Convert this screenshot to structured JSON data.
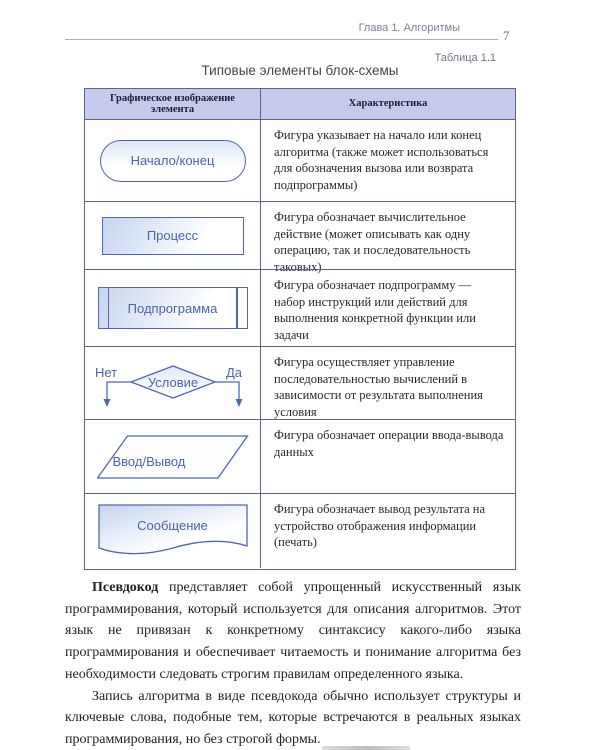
{
  "header": {
    "chapter": "Глава 1. Алгоритмы",
    "page_number": "7",
    "table_caption": "Таблица 1.1"
  },
  "table": {
    "title": "Типовые элементы блок-схемы",
    "columns": [
      "Графическое изображение элемента",
      "Характеристика"
    ],
    "rows": [
      {
        "shape": "terminator",
        "label": "Начало/конец",
        "description": "Фигура указывает на начало или конец алгоритма (также может использоваться для обозначения вызова или возврата подпрограммы)"
      },
      {
        "shape": "process",
        "label": "Процесс",
        "description": "Фигура обозначает вычислительное действие (может описывать как одну операцию, так и последовательность таковых)"
      },
      {
        "shape": "subroutine",
        "label": "Подпрограмма",
        "description": "Фигура обозначает подпрограмму — набор инструкций или действий для выполнения конкретной функции или задачи"
      },
      {
        "shape": "decision",
        "label": "Условие",
        "branch_no": "Нет",
        "branch_yes": "Да",
        "description": "Фигура осуществляет управление последовательностью вычислений в зависимости от результата выполнения условия"
      },
      {
        "shape": "input-output",
        "label": "Ввод/Вывод",
        "description": "Фигура обозначает операции ввода-вывода данных"
      },
      {
        "shape": "display",
        "label": "Сообщение",
        "description": "Фигура обозначает вывод результата на устройство отображения информации (печать)"
      }
    ]
  },
  "paragraphs": [
    {
      "lead": "Псевдокод",
      "text": " представляет собой упрощенный искусственный язык программирования, который используется для описания алгоритмов. Этот язык не привязан к конкретному синтаксису какого-либо языка программирования и обеспечивает читаемость и понимание алгоритма без необходимости следовать строгим правилам определенного языка."
    },
    {
      "lead": "",
      "text": "Запись алгоритма в виде псевдокода обычно использует структуры и ключевые слова, подобные тем, которые встречаются в реальных языках программирования, но без строгой формы."
    }
  ],
  "colors": {
    "table_border": "#5a6596",
    "header_row_bg": "#c5c9ec",
    "shape_stroke": "#5068ae",
    "shape_label": "#4a64ad",
    "shape_fill_tint": "#c6d4ef",
    "body_text": "#222222",
    "running_head_text": "#7b8294"
  }
}
